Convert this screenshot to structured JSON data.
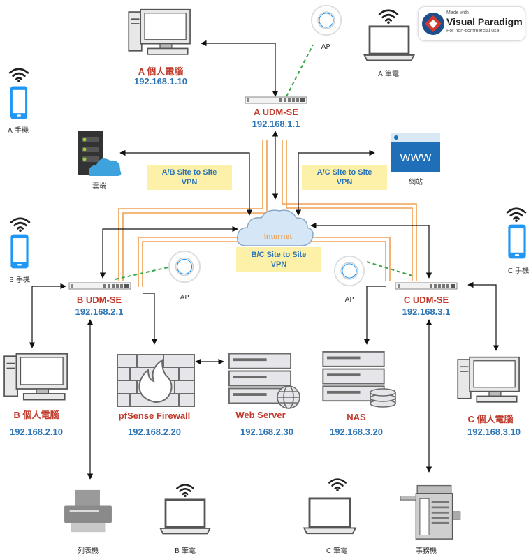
{
  "watermark": {
    "line1": "Made with",
    "brand": "Visual Paradigm",
    "line3": "For non-commercial use"
  },
  "site_a": {
    "router_name": "A UDM-SE",
    "router_ip": "192.168.1.1",
    "pc_name": "A 個人電腦",
    "pc_ip": "192.168.1.10",
    "phone": "A 手機",
    "laptop": "A 筆電",
    "ap": "AP"
  },
  "site_b": {
    "router_name": "B UDM-SE",
    "router_ip": "192.168.2.1",
    "pc_name": "B 個人電腦",
    "pc_ip": "192.168.2.10",
    "phone": "B 手機",
    "laptop": "B 筆電",
    "printer": "列表機",
    "ap": "AP",
    "firewall_name": "pfSense Firewall",
    "firewall_ip": "192.168.2.20",
    "web_name": "Web Server",
    "web_ip": "192.168.2.30"
  },
  "site_c": {
    "router_name": "C UDM-SE",
    "router_ip": "192.168.3.1",
    "pc_name": "C 個人電腦",
    "pc_ip": "192.168.3.10",
    "phone": "C 手機",
    "laptop": "C 筆電",
    "mfp": "事務機",
    "ap": "AP",
    "nas_name": "NAS",
    "nas_ip": "192.168.3.20"
  },
  "internet": {
    "label": "Internet",
    "cloud_service": "雲端",
    "website": "網站",
    "www": "WWW"
  },
  "vpn": {
    "ab_line1": "A/B Site to Site",
    "ab_line2": "VPN",
    "ac_line1": "A/C Site to Site",
    "ac_line2": "VPN",
    "bc_line1": "B/C Site to Site",
    "bc_line2": "VPN"
  },
  "colors": {
    "device_name": "#c0392b",
    "ip_text": "#2e75b6",
    "vpn_tunnel": "#f0a050",
    "vpn_box": "#fdf0a8",
    "wireless_link": "#3aa84a",
    "icon_blue": "#2196f3",
    "icon_gray": "#6b6b6b"
  },
  "icons": [
    "desktop-pc-icon",
    "laptop-icon",
    "phone-icon",
    "access-point-icon",
    "router-icon",
    "cloud-icon",
    "server-cloud-icon",
    "website-icon",
    "firewall-icon",
    "web-server-icon",
    "nas-icon",
    "printer-icon",
    "mfp-icon",
    "wifi-icon"
  ]
}
